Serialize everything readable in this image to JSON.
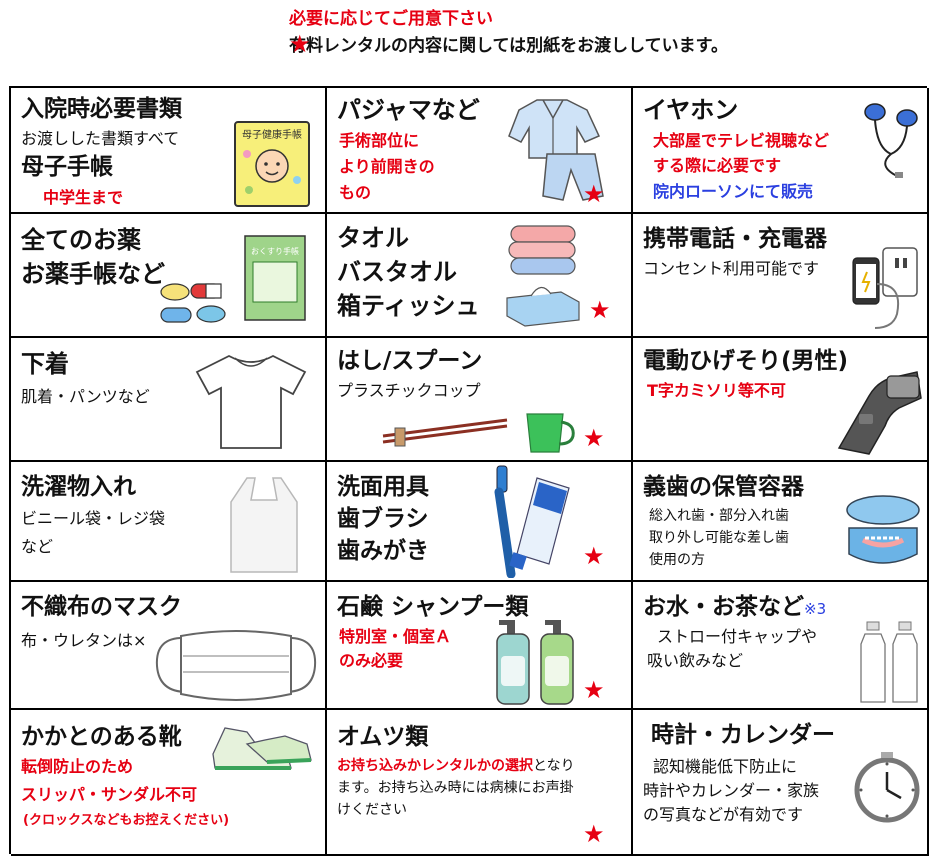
{
  "header": {
    "line1": "必要に応じてご用意下さい",
    "line2_star": "★",
    "line2": "有料レンタルの内容に関しては別紙をお渡ししています。"
  },
  "star_symbol": "★",
  "items": [
    {
      "title": "入院時必要書類",
      "desc": "お渡しした書類すべて",
      "strong": "母子手帳",
      "red": "中学生まで",
      "book_label": "母子健康手帳",
      "icon": "mother-child-handbook-icon"
    },
    {
      "title": "パジャマなど",
      "red": [
        "手術部位に",
        "より前開きの",
        "もの"
      ],
      "icon": "pajamas-icon"
    },
    {
      "title": "イヤホン",
      "red": [
        "大部屋でテレビ視聴など",
        "する際に必要です"
      ],
      "blue": "院内ローソンにて販売",
      "icon": "earphones-icon"
    },
    {
      "title": [
        "全てのお薬",
        "お薬手帳など"
      ],
      "book_label": "おくすり手帳",
      "icon": "medicine-icon"
    },
    {
      "title": [
        "タオル",
        "バスタオル",
        "箱ティッシュ"
      ],
      "icon": "towel-icon"
    },
    {
      "title": "携帯電話・充電器",
      "desc": "コンセント利用可能です",
      "icon": "phone-charger-icon"
    },
    {
      "title": "下着",
      "desc": "肌着・パンツなど",
      "icon": "tshirt-icon"
    },
    {
      "title": "はし/スプーン",
      "desc": "プラスチックコップ",
      "icon": "chopsticks-cup-icon"
    },
    {
      "title": "電動ひげそり(男性)",
      "red": "T字カミソリ等不可",
      "icon": "electric-shaver-icon"
    },
    {
      "title": "洗濯物入れ",
      "desc": [
        "ビニール袋・レジ袋",
        "など"
      ],
      "icon": "plastic-bag-icon"
    },
    {
      "title": [
        "洗面用具",
        "歯ブラシ",
        "歯みがき"
      ],
      "icon": "toothbrush-icon"
    },
    {
      "title": "義歯の保管容器",
      "desc": [
        "総入れ歯・部分入れ歯",
        "取り外し可能な差し歯",
        "使用の方"
      ],
      "icon": "denture-case-icon"
    },
    {
      "title": "不織布のマスク",
      "desc": "布・ウレタンは×",
      "icon": "mask-icon"
    },
    {
      "title": "石鹸 シャンプー類",
      "red": [
        "特別室・個室Ａ",
        "のみ必要"
      ],
      "icon": "shampoo-icon"
    },
    {
      "title": "お水・お茶など",
      "note": "※3",
      "desc": [
        "ストロー付キャップや",
        "吸い飲みなど"
      ],
      "icon": "bottles-icon"
    },
    {
      "title": "かかとのある靴",
      "red": [
        "転倒防止のため",
        "スリッパ・サンダル不可"
      ],
      "red_small": "(クロックスなどもお控えください)",
      "icon": "shoes-icon"
    },
    {
      "title": "オムツ類",
      "red_inline": "お持ち込みかレンタルかの選択",
      "desc": [
        "となり",
        "ます。お持ち込み時には病棟にお声掛",
        "けください"
      ]
    },
    {
      "title": "時計・カレンダー",
      "desc": [
        "認知機能低下防止に",
        "時計やカレンダー・家族",
        "の写真などが有効です"
      ],
      "icon": "clock-icon"
    }
  ],
  "colors": {
    "red": "#e60012",
    "blue": "#2a3fe0"
  }
}
